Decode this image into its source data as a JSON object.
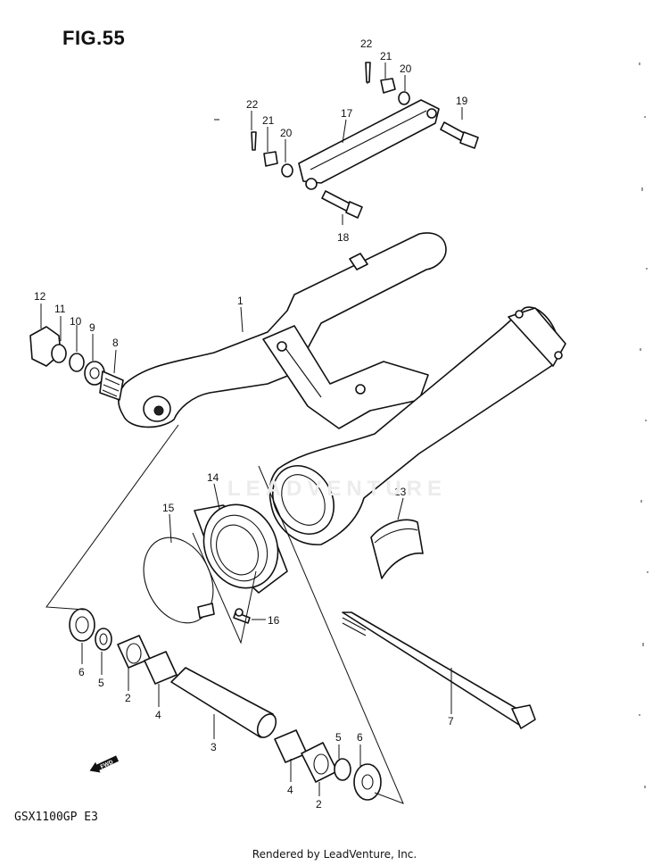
{
  "header": {
    "figure_label": "FIG.55"
  },
  "footer": {
    "model_code": "GSX1100GP  E3",
    "credit": "Rendered by LeadVenture, Inc."
  },
  "watermark": {
    "text": "LEADVENTURE"
  },
  "fwd_marker": {
    "text": "FWD",
    "icon": "forward-arrow-icon"
  },
  "callouts": [
    {
      "id": "callout-1",
      "number": "1",
      "part": "swingarm"
    },
    {
      "id": "callout-2a",
      "number": "2",
      "part": "needle-bearing"
    },
    {
      "id": "callout-2b",
      "number": "2",
      "part": "needle-bearing"
    },
    {
      "id": "callout-3",
      "number": "3",
      "part": "spacer-sleeve"
    },
    {
      "id": "callout-4a",
      "number": "4",
      "part": "bushing"
    },
    {
      "id": "callout-4b",
      "number": "4",
      "part": "bushing"
    },
    {
      "id": "callout-5a",
      "number": "5",
      "part": "washer"
    },
    {
      "id": "callout-5b",
      "number": "5",
      "part": "washer"
    },
    {
      "id": "callout-6a",
      "number": "6",
      "part": "dust-seal"
    },
    {
      "id": "callout-6b",
      "number": "6",
      "part": "dust-seal"
    },
    {
      "id": "callout-7",
      "number": "7",
      "part": "pivot-shaft"
    },
    {
      "id": "callout-8",
      "number": "8",
      "part": "spring"
    },
    {
      "id": "callout-9",
      "number": "9",
      "part": "seal"
    },
    {
      "id": "callout-10",
      "number": "10",
      "part": "washer"
    },
    {
      "id": "callout-11",
      "number": "11",
      "part": "washer"
    },
    {
      "id": "callout-12",
      "number": "12",
      "part": "cap-nut"
    },
    {
      "id": "callout-13",
      "number": "13",
      "part": "chain-protector"
    },
    {
      "id": "callout-14",
      "number": "14",
      "part": "boot"
    },
    {
      "id": "callout-15",
      "number": "15",
      "part": "clamp"
    },
    {
      "id": "callout-16",
      "number": "16",
      "part": "screw"
    },
    {
      "id": "callout-17",
      "number": "17",
      "part": "torque-link"
    },
    {
      "id": "callout-18",
      "number": "18",
      "part": "bolt"
    },
    {
      "id": "callout-19",
      "number": "19",
      "part": "bolt"
    },
    {
      "id": "callout-20a",
      "number": "20",
      "part": "washer"
    },
    {
      "id": "callout-20b",
      "number": "20",
      "part": "washer"
    },
    {
      "id": "callout-21a",
      "number": "21",
      "part": "castle-nut"
    },
    {
      "id": "callout-21b",
      "number": "21",
      "part": "castle-nut"
    },
    {
      "id": "callout-22a",
      "number": "22",
      "part": "cotter-pin"
    },
    {
      "id": "callout-22b",
      "number": "22",
      "part": "cotter-pin"
    }
  ]
}
